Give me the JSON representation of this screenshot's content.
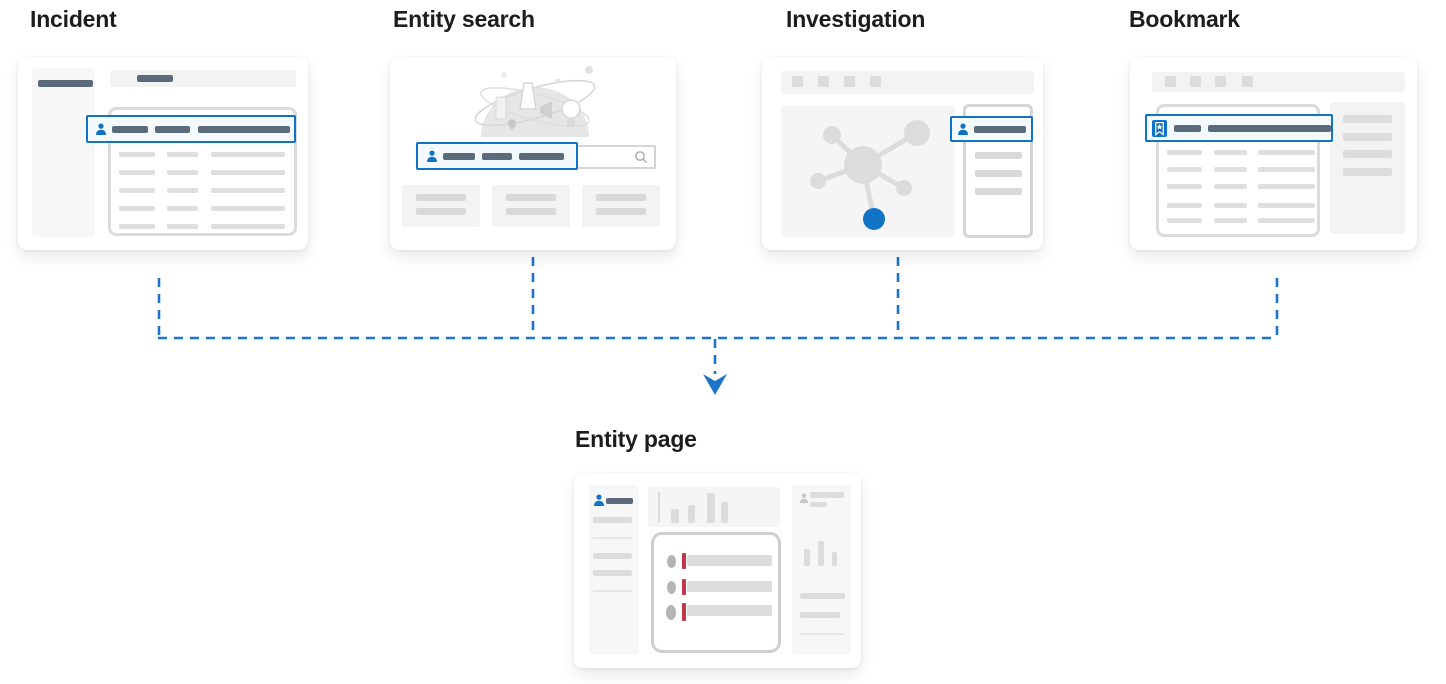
{
  "diagram": {
    "sources": [
      {
        "id": "incident",
        "label": "Incident",
        "icon": "person-icon"
      },
      {
        "id": "entity-search",
        "label": "Entity search",
        "icon": "person-icon"
      },
      {
        "id": "investigation",
        "label": "Investigation",
        "icon": "person-icon"
      },
      {
        "id": "bookmark",
        "label": "Bookmark",
        "icon": "bookmark-icon"
      }
    ],
    "target": {
      "id": "entity-page",
      "label": "Entity page",
      "icon": "person-icon"
    },
    "colors": {
      "accent_blue": "#1173c5",
      "connector_blue": "#1b74c8",
      "slate_bar": "#5c6b7c",
      "panel_gray": "#f3f3f3",
      "bar_gray": "#dcdcdc",
      "border_gray": "#dbdbdb",
      "red_accent": "#c2374b",
      "highlight_bg": "#f4f9fd"
    }
  }
}
